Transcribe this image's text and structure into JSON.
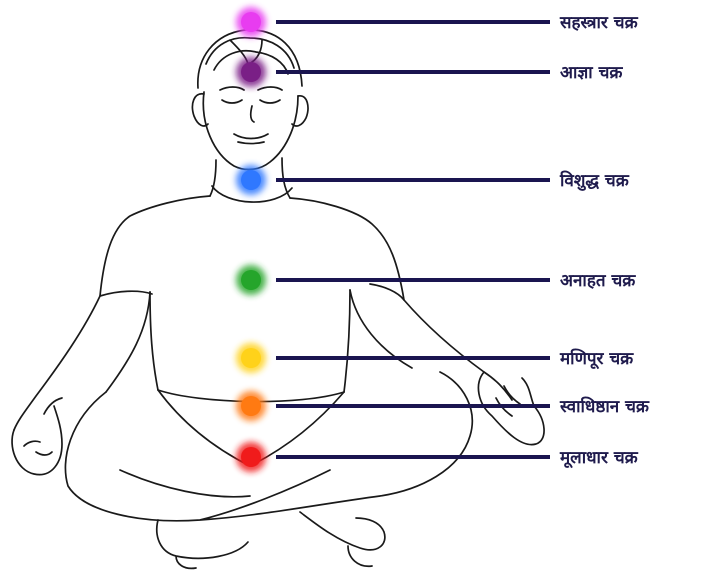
{
  "diagram": {
    "line_color": "#1a1550",
    "chakras": [
      {
        "name": "sahasrara",
        "label": "सहस्त्रार चक्र",
        "color": "#e83cf0"
      },
      {
        "name": "ajna",
        "label": "आज्ञा चक्र",
        "color": "#7a1f86"
      },
      {
        "name": "vishuddha",
        "label": "विशुद्ध चक्र",
        "color": "#2f78ff"
      },
      {
        "name": "anahata",
        "label": "अनाहत चक्र",
        "color": "#25a52b"
      },
      {
        "name": "manipura",
        "label": "मणिपूर चक्र",
        "color": "#ffd21a"
      },
      {
        "name": "svadhisthana",
        "label": "स्वाधिष्ठान चक्र",
        "color": "#ff7a12"
      },
      {
        "name": "muladhara",
        "label": "मूलाधार चक्र",
        "color": "#f01b1b"
      }
    ]
  }
}
